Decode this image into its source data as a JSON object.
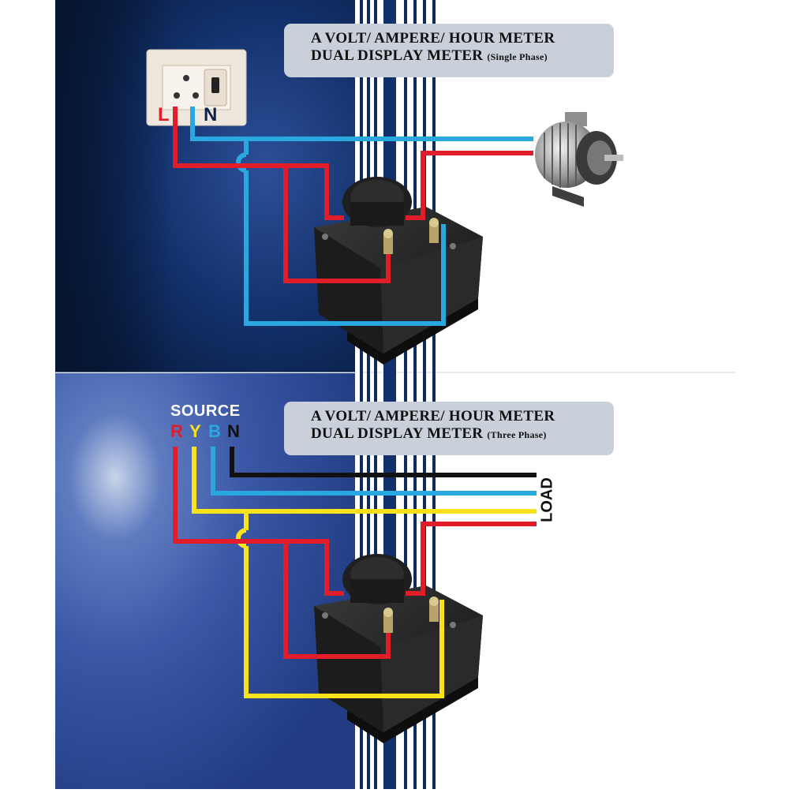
{
  "panels": [
    {
      "title_line1": "A VOLT/ AMPERE/ HOUR METER",
      "title_line2": "DUAL DISPLAY METER",
      "phase_note": "(Single Phase)",
      "socket_labels": {
        "live": "L",
        "neutral": "N"
      }
    },
    {
      "title_line1": "A VOLT/ AMPERE/ HOUR METER",
      "title_line2": "DUAL DISPLAY METER",
      "phase_note": "(Three Phase)",
      "source_label": "SOURCE",
      "phase_letters": [
        "R",
        "Y",
        "B",
        "N"
      ],
      "load_label": "LOAD"
    }
  ],
  "colors": {
    "red_wire": "#e11d2a",
    "blue_wire": "#29a8e0",
    "yellow_wire": "#f7e21b",
    "black_wire": "#111111",
    "background_dark": "#0b2149",
    "background_mid": "#3a5aa8"
  },
  "icons": [
    "wall-socket-icon",
    "electric-motor-icon",
    "panel-meter-icon",
    "current-transformer-icon"
  ]
}
